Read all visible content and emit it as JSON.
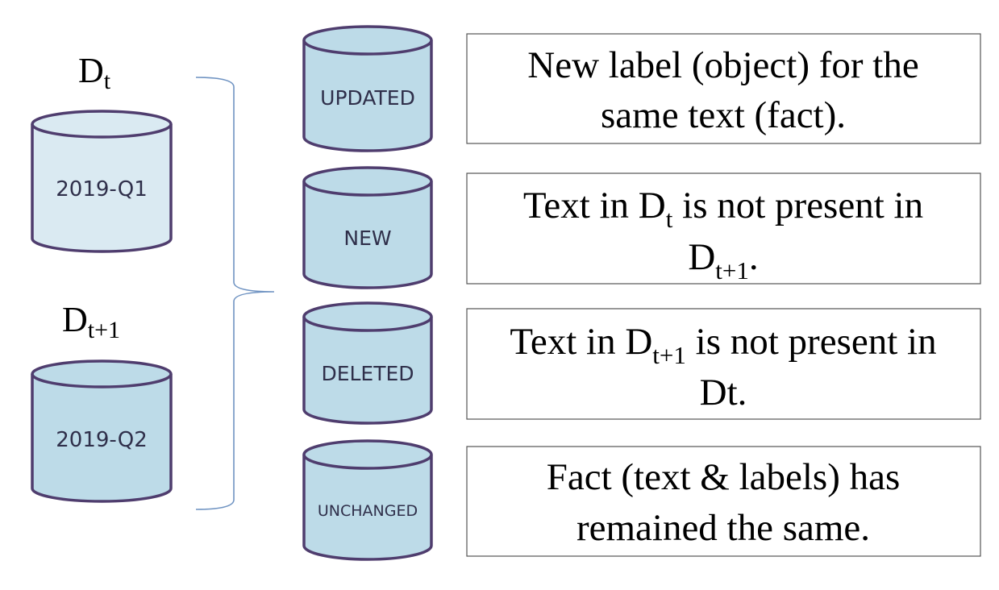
{
  "colors": {
    "cylinder_fill_light": "#daeaf2",
    "cylinder_fill": "#bddbe8",
    "cylinder_stroke": "#4f3d6e",
    "brace_stroke": "#6f93c2",
    "box_stroke": "#555555",
    "text": "#000000"
  },
  "sources": [
    {
      "symbol": "D",
      "subscript": "t",
      "label": "2019-Q1"
    },
    {
      "symbol": "D",
      "subscript": "t+1",
      "label": "2019-Q2"
    }
  ],
  "categories": [
    {
      "label": "UPDATED",
      "description": [
        [
          {
            "t": "New label (object) for the"
          }
        ],
        [
          {
            "t": "same text (fact)."
          }
        ]
      ]
    },
    {
      "label": "NEW",
      "description": [
        [
          {
            "t": "Text in D"
          },
          {
            "t": "t",
            "sub": true
          },
          {
            "t": " is not present in"
          }
        ],
        [
          {
            "t": "D"
          },
          {
            "t": "t+1",
            "sub": true
          },
          {
            "t": "."
          }
        ]
      ]
    },
    {
      "label": "DELETED",
      "description": [
        [
          {
            "t": "Text in D"
          },
          {
            "t": "t+1",
            "sub": true
          },
          {
            "t": " is not present in"
          }
        ],
        [
          {
            "t": "Dt."
          }
        ]
      ]
    },
    {
      "label": "UNCHANGED",
      "description": [
        [
          {
            "t": "Fact (text & labels) has"
          }
        ],
        [
          {
            "t": "remained the same."
          }
        ]
      ]
    }
  ]
}
